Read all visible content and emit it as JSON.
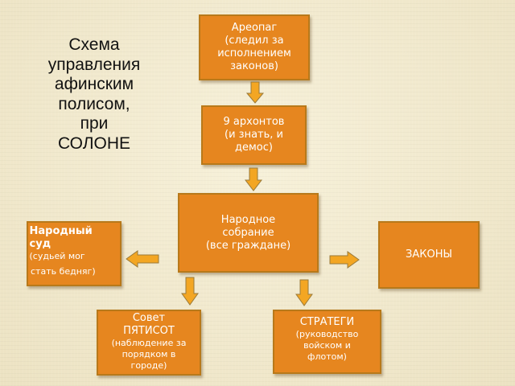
{
  "title": {
    "lines": [
      "Схема",
      "управления",
      "афинским",
      "полисом,",
      "при",
      "СОЛОНЕ"
    ]
  },
  "nodes": {
    "areopag": {
      "lines": [
        "Ареопаг",
        "(следил за",
        "исполнением",
        "законов)"
      ]
    },
    "archons": {
      "lines": [
        "9 архонтов",
        "(и знать, и",
        "демос)"
      ]
    },
    "assembly": {
      "lines": [
        "Народное",
        "собрание",
        "(все граждане)"
      ]
    },
    "court": {
      "title_lines": [
        "Народный",
        "суд"
      ],
      "note_lines": [
        "(судьей мог",
        "стать бедняг)"
      ]
    },
    "laws": {
      "lines": [
        "ЗАКОНЫ"
      ]
    },
    "council": {
      "title_lines": [
        "Совет",
        "ПЯТИСОТ"
      ],
      "note_lines": [
        "(наблюдение за",
        "порядком в",
        "городе)"
      ]
    },
    "strategoi": {
      "title_lines": [
        "СТРАТЕГИ"
      ],
      "note_lines": [
        "(руководство",
        "войском и",
        "флотом)"
      ]
    }
  },
  "colors": {
    "box_fill": "#e6861f",
    "box_border": "#b8791a",
    "arrow_fill": "#f3a623",
    "arrow_border": "#9a7a3a",
    "background": "#f1ead0"
  }
}
